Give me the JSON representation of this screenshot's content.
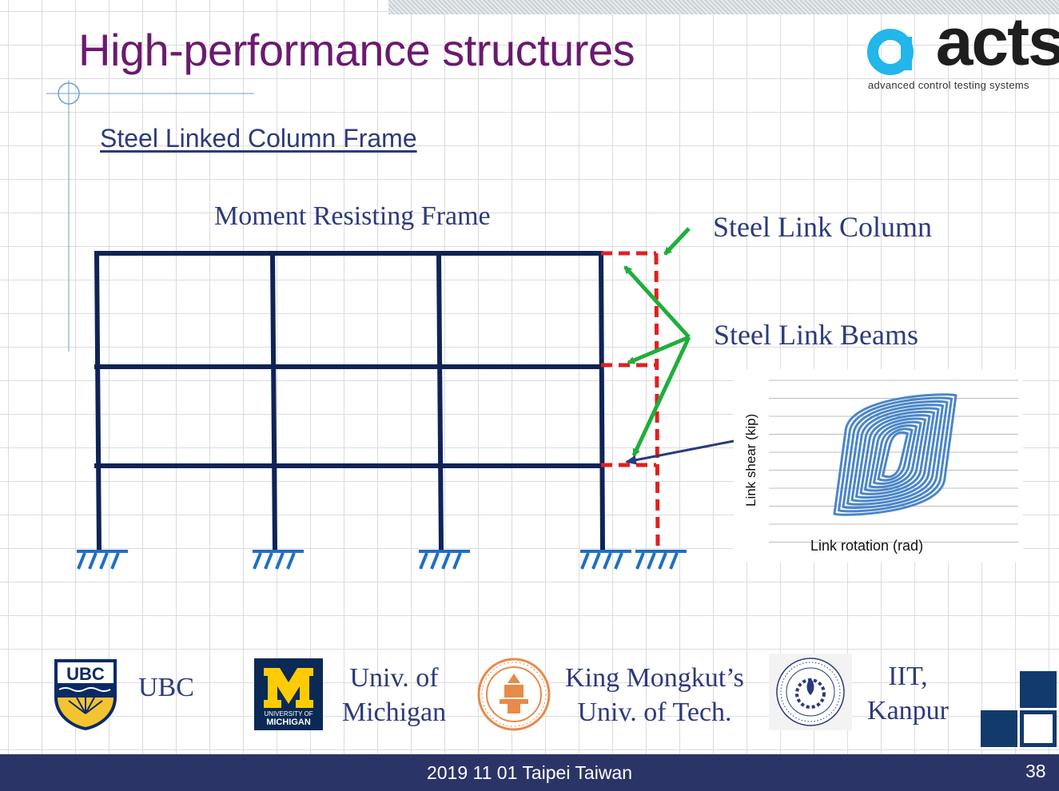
{
  "slide": {
    "title": "High-performance structures",
    "subtitle": "Steel Linked Column Frame"
  },
  "diagram": {
    "label_moment_frame": "Moment Resisting Frame",
    "label_link_column": "Steel Link Column",
    "label_link_beams": "Steel Link Beams",
    "colors": {
      "frame": "#0f2357",
      "link": "#e02020",
      "arrow": "#1fae3c",
      "support": "#1f6fc4",
      "hysteresis": "#4a86c8"
    }
  },
  "chart_data": {
    "type": "line",
    "xlabel": "Link rotation (rad)",
    "ylabel": "Link shear (kip)",
    "grid": true,
    "series": [
      {
        "values": []
      }
    ]
  },
  "logo": {
    "word": "acts",
    "tagline": "advanced control testing systems"
  },
  "universities": [
    {
      "name": "UBC",
      "logo_text": "UBC"
    },
    {
      "name_line1": "Univ. of",
      "name_line2": "Michigan",
      "logo_line1": "UNIVERSITY OF",
      "logo_line2": "MICHIGAN"
    },
    {
      "name_line1": "King Mongkut’s",
      "name_line2": "Univ. of Tech."
    },
    {
      "name_line1": "IIT,",
      "name_line2": "Kanpur"
    }
  ],
  "footer": {
    "text": "2019 11 01 Taipei Taiwan",
    "page_number": "38"
  }
}
